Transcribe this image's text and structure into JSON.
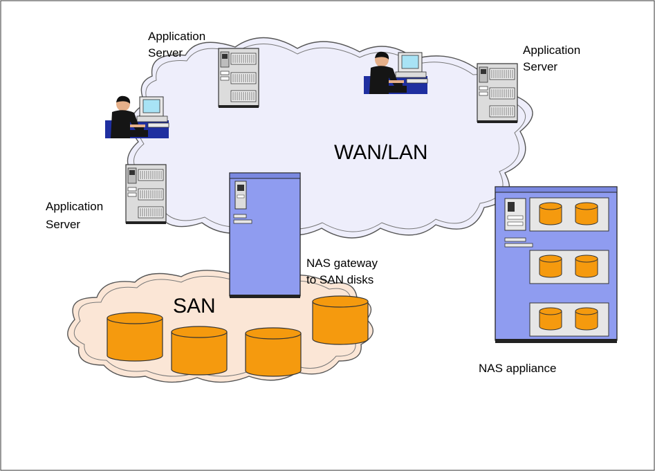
{
  "diagram": {
    "cloud_label": "WAN/LAN",
    "san_label": "SAN",
    "servers": [
      {
        "label_line1": "Application",
        "label_line2": "Server"
      },
      {
        "label_line1": "Application",
        "label_line2": "Server"
      },
      {
        "label_line1": "Application",
        "label_line2": "Server"
      }
    ],
    "gateway": {
      "label_line1": "NAS gateway",
      "label_line2": "to SAN disks"
    },
    "appliance": {
      "label": "NAS appliance"
    }
  },
  "colors": {
    "wan_cloud_fill": "#eeeefb",
    "san_cloud_fill": "#fbe6d6",
    "disk_fill": "#f59a0e",
    "cabinet_fill": "#8f9cf0",
    "server_fill": "#dcdcdc"
  }
}
